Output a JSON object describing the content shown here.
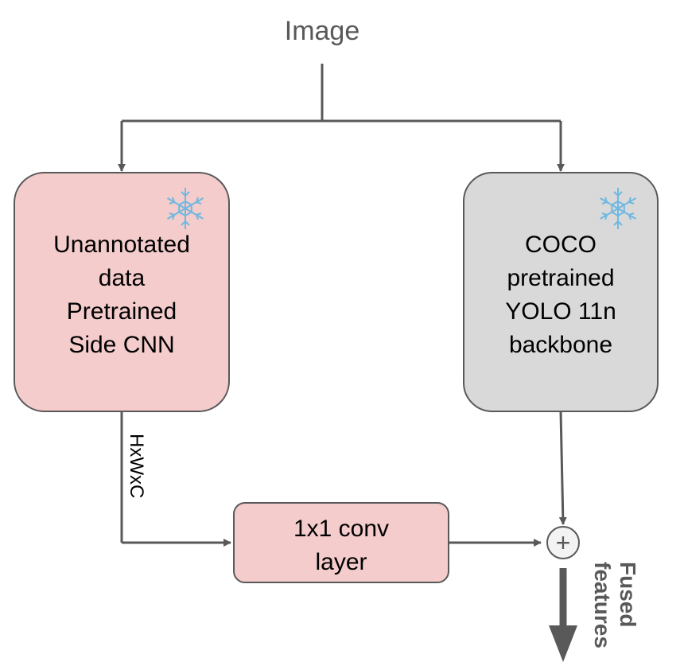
{
  "diagram": {
    "input_label": "Image",
    "left_box": {
      "lines": [
        "Unannotated",
        "data",
        "Pretrained",
        "Side CNN"
      ],
      "fill": "#f4cccc",
      "frozen_icon": "snowflake-icon"
    },
    "right_box": {
      "lines": [
        "COCO",
        "pretrained",
        "YOLO 11n",
        "backbone"
      ],
      "fill": "#d9d9d9",
      "frozen_icon": "snowflake-icon"
    },
    "conv_box": {
      "lines": [
        "1x1 conv",
        "layer"
      ],
      "fill": "#f4cccc"
    },
    "dim_label": "HxWxC",
    "fuse_symbol": "+",
    "output_label": {
      "lines": [
        "Fused",
        "features"
      ]
    },
    "colors": {
      "arrow": "#595959",
      "box_stroke": "#595959",
      "snowflake": "#6fb8e0",
      "label_gray": "#595959"
    }
  }
}
